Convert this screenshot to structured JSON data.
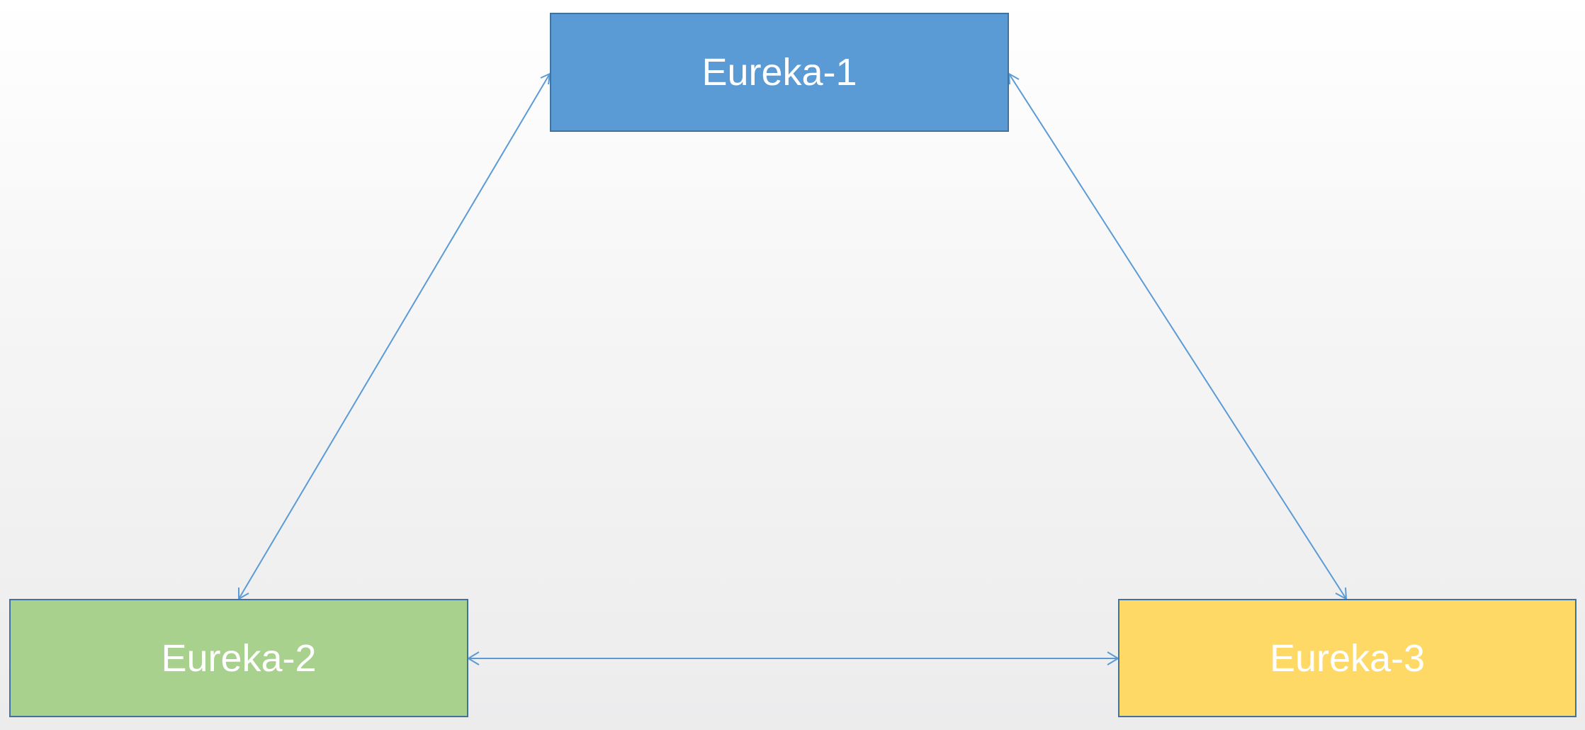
{
  "nodes": {
    "eureka1": {
      "label": "Eureka-1",
      "color": "#5b9bd5"
    },
    "eureka2": {
      "label": "Eureka-2",
      "color": "#a9d18e"
    },
    "eureka3": {
      "label": "Eureka-3",
      "color": "#ffd966"
    }
  },
  "edges": [
    {
      "from": "Eureka-1",
      "to": "Eureka-2",
      "direction": "bidirectional"
    },
    {
      "from": "Eureka-1",
      "to": "Eureka-3",
      "direction": "bidirectional"
    },
    {
      "from": "Eureka-2",
      "to": "Eureka-3",
      "direction": "bidirectional"
    }
  ],
  "colors": {
    "border": "#41719c",
    "connector": "#5b9bd5",
    "label_text": "#ffffff"
  }
}
